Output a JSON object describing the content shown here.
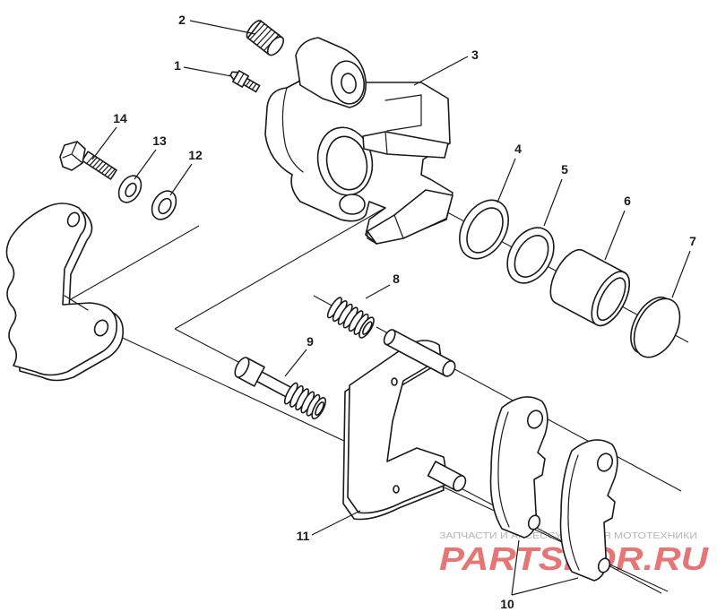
{
  "callouts": {
    "p1": "1",
    "p2": "2",
    "p3": "3",
    "p4": "4",
    "p5": "5",
    "p6": "6",
    "p7": "7",
    "p8": "8",
    "p9": "9",
    "p10": "10",
    "p11": "11",
    "p12": "12",
    "p13": "13",
    "p14": "14"
  },
  "watermark": {
    "tagline": "ЗАПЧАСТИ И АКСЕССУАРЫ ДЛЯ МОТОТЕХНИКИ",
    "logo": "PARTSFOR.RU"
  },
  "colors": {
    "line": "#1a1a1a",
    "background": "#ffffff",
    "logo": "#e05555",
    "tagline": "#b5b5b5"
  }
}
